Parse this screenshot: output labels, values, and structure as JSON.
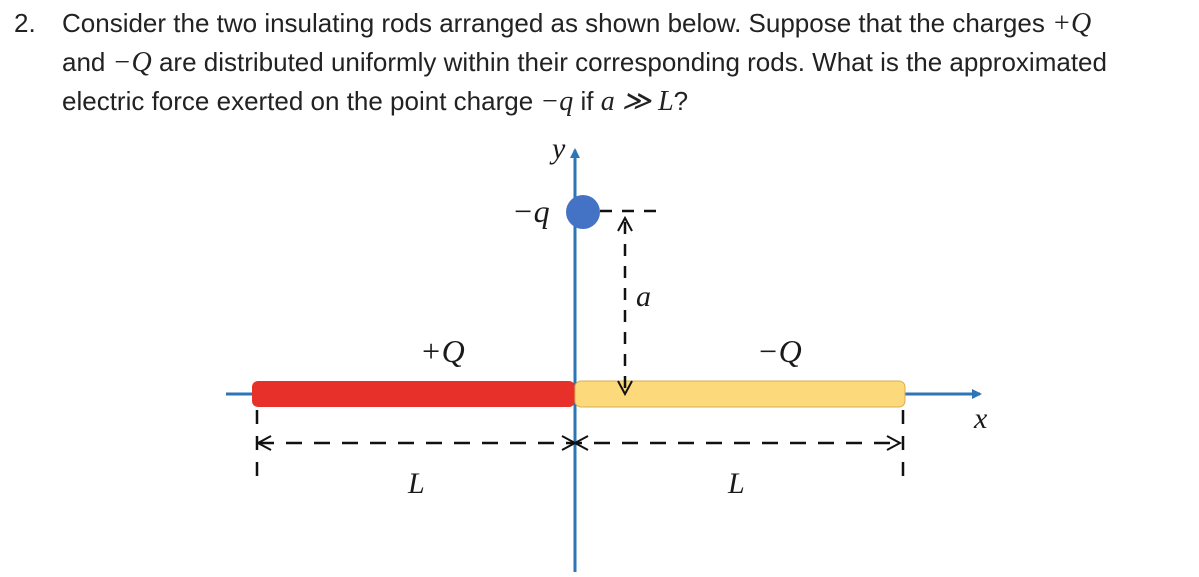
{
  "question": {
    "number": "2.",
    "line1_a": "Consider the two insulating rods arranged as shown below. Suppose that the charges ",
    "line1_math": "+Q",
    "line2_a": "and ",
    "line2_math1": "−Q",
    "line2_b": " are distributed uniformly within their corresponding rods. What is the approximated",
    "line3_a": "electric force exerted on the point charge ",
    "line3_math1": "−q",
    "line3_b": " if ",
    "line3_math2": "a ≫ L",
    "line3_c": "?"
  },
  "diagram": {
    "y_axis_label": "y",
    "x_axis_label": "x",
    "point_charge_label": "−q",
    "distance_label": "a",
    "left_rod_label": "+Q",
    "right_rod_label": "−Q",
    "left_length_label": "L",
    "right_length_label": "L",
    "colors": {
      "axis": "#2e75b6",
      "left_rod": "#e8302a",
      "right_rod": "#fcd97a",
      "point_charge": "#4472c4",
      "dash": "#111111"
    }
  }
}
